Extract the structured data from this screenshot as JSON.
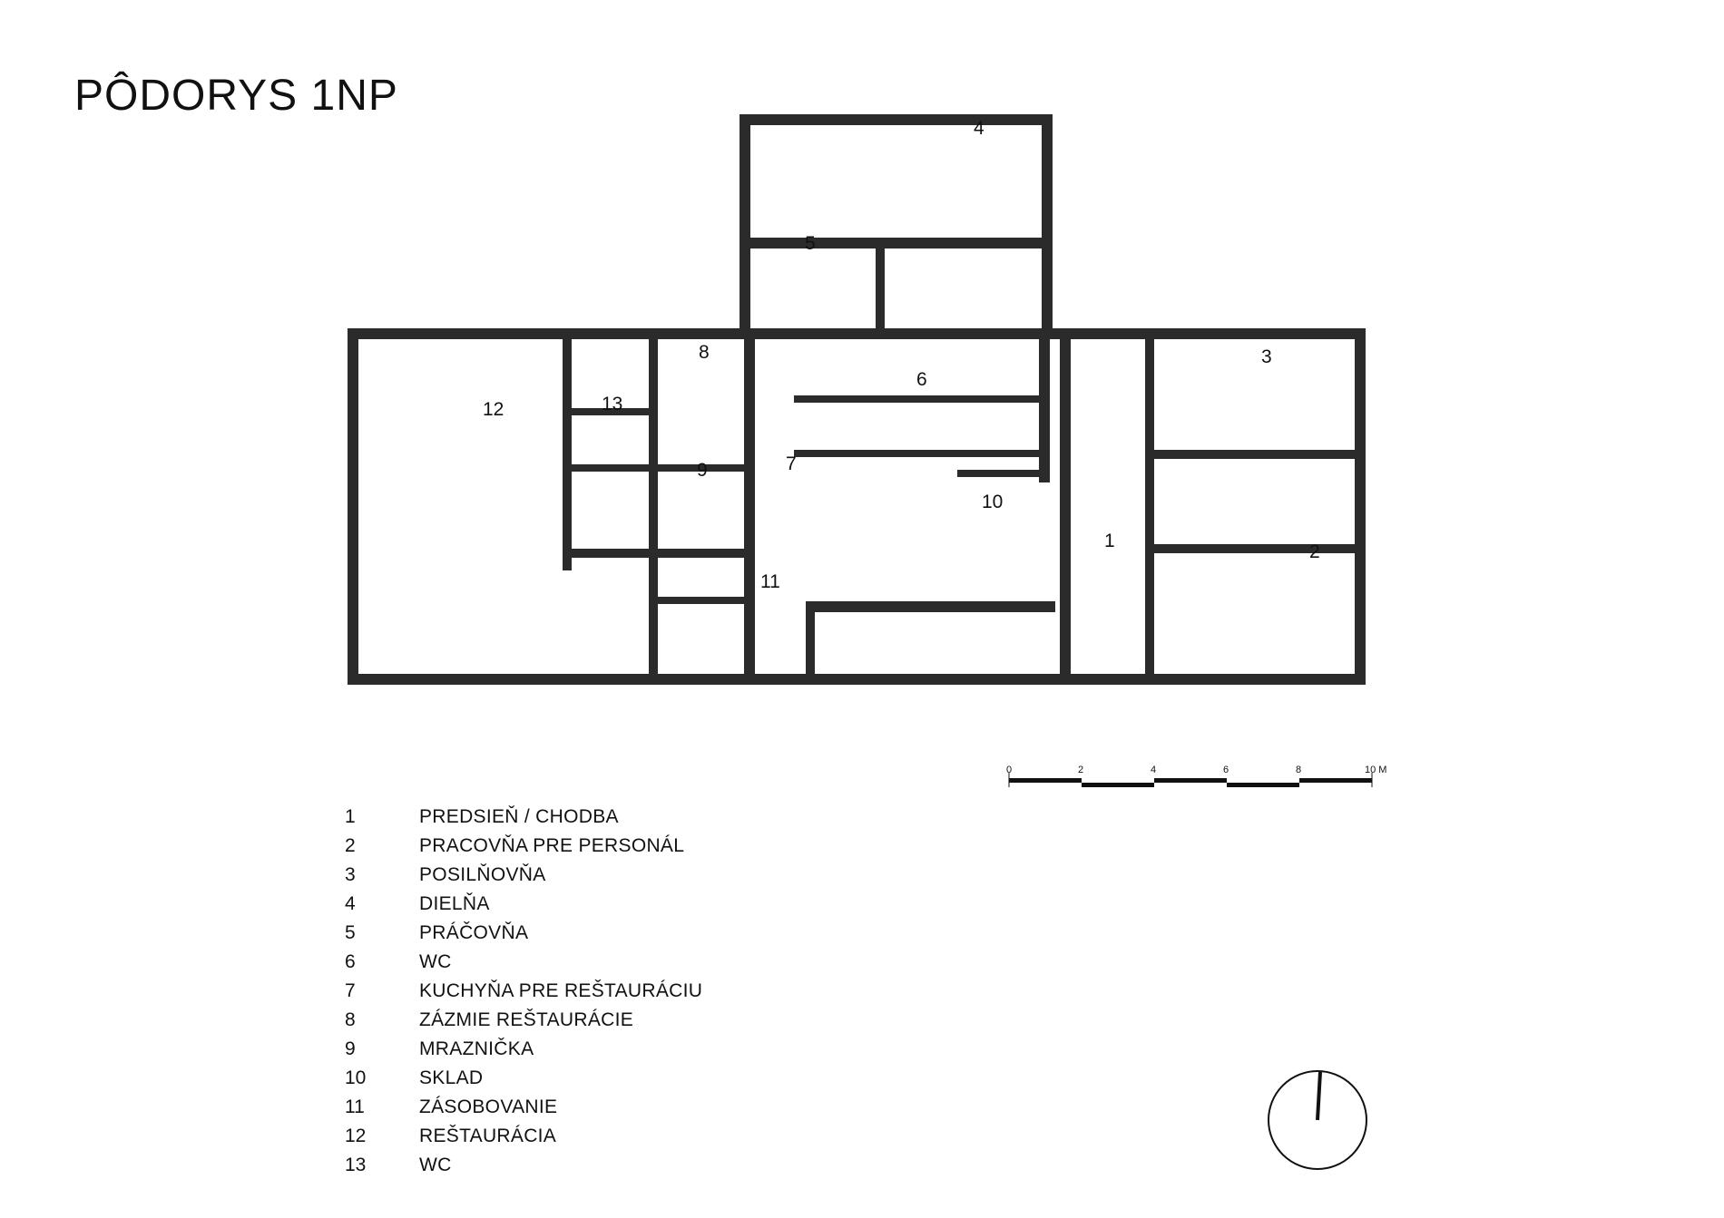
{
  "title": "PÔDORYS 1NP",
  "rooms": [
    {
      "num": "1",
      "name": "PREDSIEŇ / CHODBA"
    },
    {
      "num": "2",
      "name": "PRACOVŇA PRE PERSONÁL"
    },
    {
      "num": "3",
      "name": "POSILŇOVŇA"
    },
    {
      "num": "4",
      "name": "DIELŇA"
    },
    {
      "num": "5",
      "name": "PRÁČOVŇA"
    },
    {
      "num": "6",
      "name": "WC"
    },
    {
      "num": "7",
      "name": "KUCHYŇA PRE REŠTAURÁCIU"
    },
    {
      "num": "8",
      "name": "ZÁZMIE  REŠTAURÁCIE"
    },
    {
      "num": "9",
      "name": "MRAZNIČKA"
    },
    {
      "num": "10",
      "name": "SKLAD"
    },
    {
      "num": "11",
      "name": "ZÁSOBOVANIE"
    },
    {
      "num": "12",
      "name": "REŠTAURÁCIA"
    },
    {
      "num": "13",
      "name": "WC"
    }
  ],
  "scale_bar": {
    "labels": [
      "0",
      "2",
      "4",
      "6",
      "8",
      "10 M"
    ]
  },
  "north_arrow": {
    "icon": "north-arrow-icon"
  }
}
